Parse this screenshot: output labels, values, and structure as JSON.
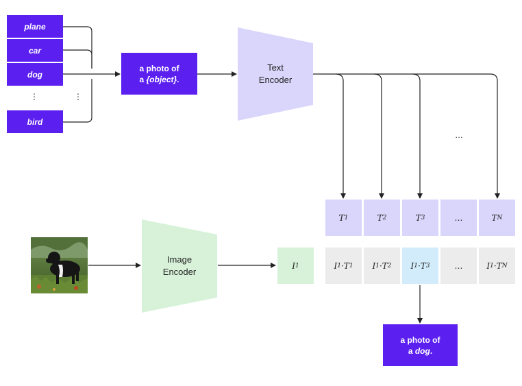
{
  "classes": [
    "plane",
    "car",
    "dog",
    "bird"
  ],
  "class_ellipsis": "⋮",
  "prompt_template": {
    "line1": "a photo of",
    "line2_prefix": "a ",
    "line2_object": "{object}",
    "line2_suffix": "."
  },
  "text_encoder": {
    "line1": "Text",
    "line2": "Encoder"
  },
  "image_encoder": {
    "line1": "Image",
    "line2": "Encoder"
  },
  "text_embeddings": {
    "cells": [
      {
        "base": "T",
        "sub": "1"
      },
      {
        "base": "T",
        "sub": "2"
      },
      {
        "base": "T",
        "sub": "3"
      },
      {
        "base": "…",
        "sub": ""
      },
      {
        "base": "T",
        "sub": "N"
      }
    ],
    "gap_ellipsis": "…"
  },
  "image_embedding": {
    "base": "I",
    "sub": "1"
  },
  "products": [
    {
      "a": "I",
      "asub": "1",
      "b": "T",
      "bsub": "1"
    },
    {
      "a": "I",
      "asub": "1",
      "b": "T",
      "bsub": "2"
    },
    {
      "a": "I",
      "asub": "1",
      "b": "T",
      "bsub": "3"
    },
    {
      "ellipsis": "…"
    },
    {
      "a": "I",
      "asub": "1",
      "b": "T",
      "bsub": "N"
    }
  ],
  "result": {
    "line1": "a photo of",
    "line2_prefix": "a ",
    "line2_object": "dog",
    "line2_suffix": "."
  },
  "colors": {
    "purple": "#5b1ff0",
    "encoder_text": "#d9d5fb",
    "encoder_image": "#d7f2d9",
    "product_cell": "#ececec",
    "highlight_cell": "#d3ecfb"
  },
  "image": {
    "subject": "black-and-white-dog-in-grass"
  }
}
